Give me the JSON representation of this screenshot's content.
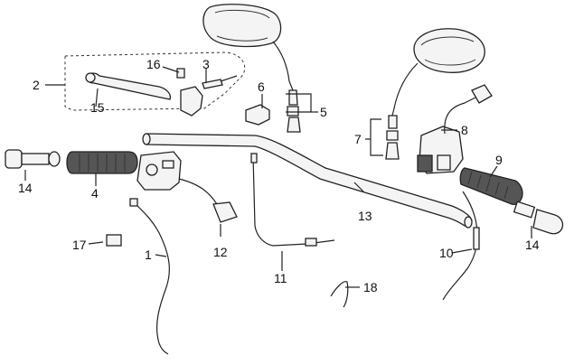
{
  "diagram": {
    "labels": {
      "p1": "1",
      "p2": "2",
      "p3": "3",
      "p4": "4",
      "p5": "5",
      "p6": "6",
      "p7": "7",
      "p8": "8",
      "p9": "9",
      "p10": "10",
      "p11": "11",
      "p12": "12",
      "p13": "13",
      "p14_left": "14",
      "p14_right": "14",
      "p15": "15",
      "p16": "16",
      "p17": "17",
      "p18": "18"
    }
  }
}
